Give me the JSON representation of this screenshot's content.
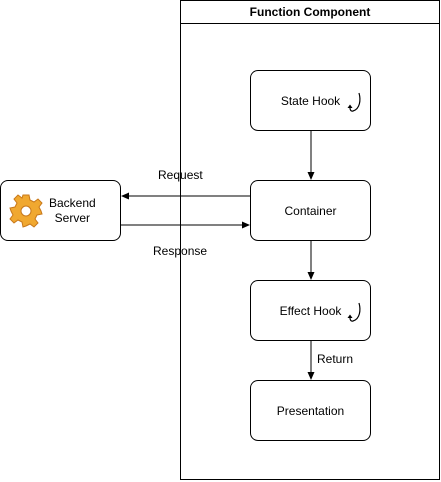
{
  "frame": {
    "title": "Function Component"
  },
  "nodes": {
    "state_hook": "State Hook",
    "container": "Container",
    "effect_hook": "Effect Hook",
    "presentation": "Presentation",
    "backend_line1": "Backend",
    "backend_line2": "Server"
  },
  "edges": {
    "request": "Request",
    "response": "Response",
    "return": "Return"
  },
  "icons": [
    "gear-icon",
    "cycle-arrow-icon"
  ],
  "colors": {
    "gear": "#f0a830",
    "gear_dark": "#c8781a",
    "stroke": "#000000"
  }
}
